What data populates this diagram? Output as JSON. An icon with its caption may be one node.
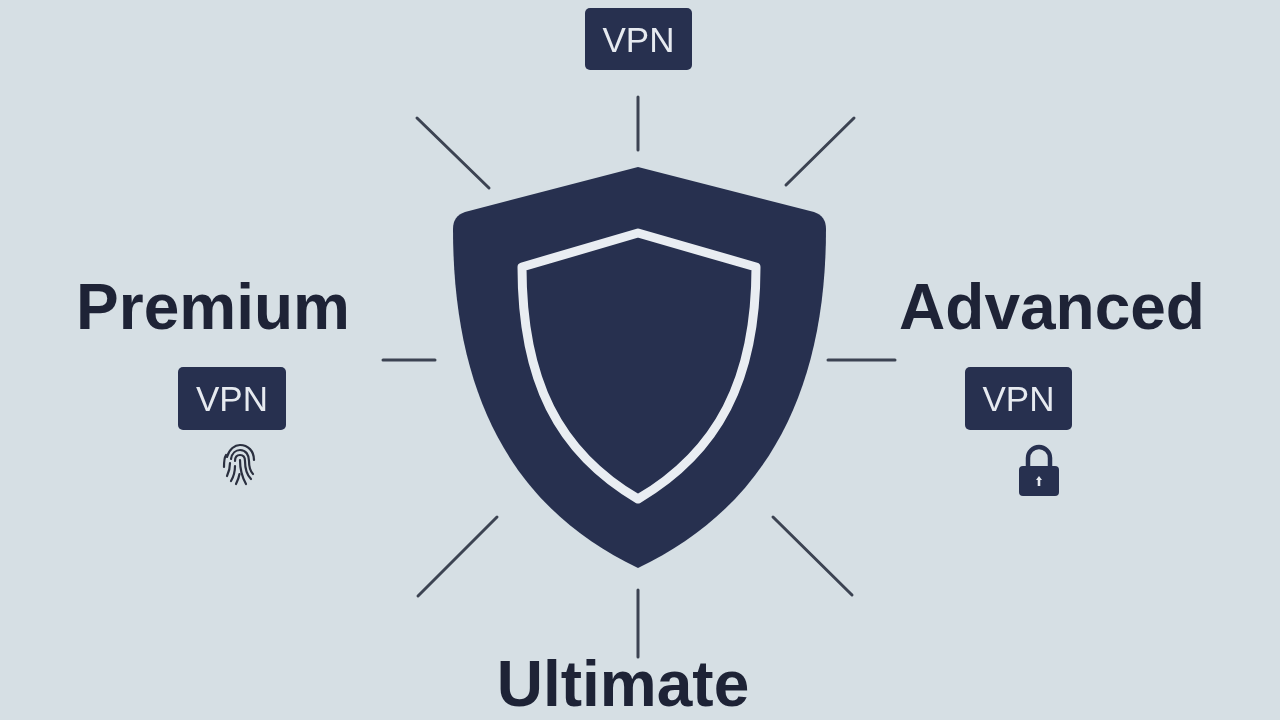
{
  "diagram": {
    "nodes": [
      {
        "text": [
          "VPN"
        ]
      },
      {
        "text": [
          "VPN"
        ],
        "beside": [
          "Premium"
        ]
      },
      {
        "text": [
          "VPN"
        ],
        "beside": [
          "Advanced"
        ]
      }
    ],
    "labels": [
      "Ultimate"
    ]
  }
}
